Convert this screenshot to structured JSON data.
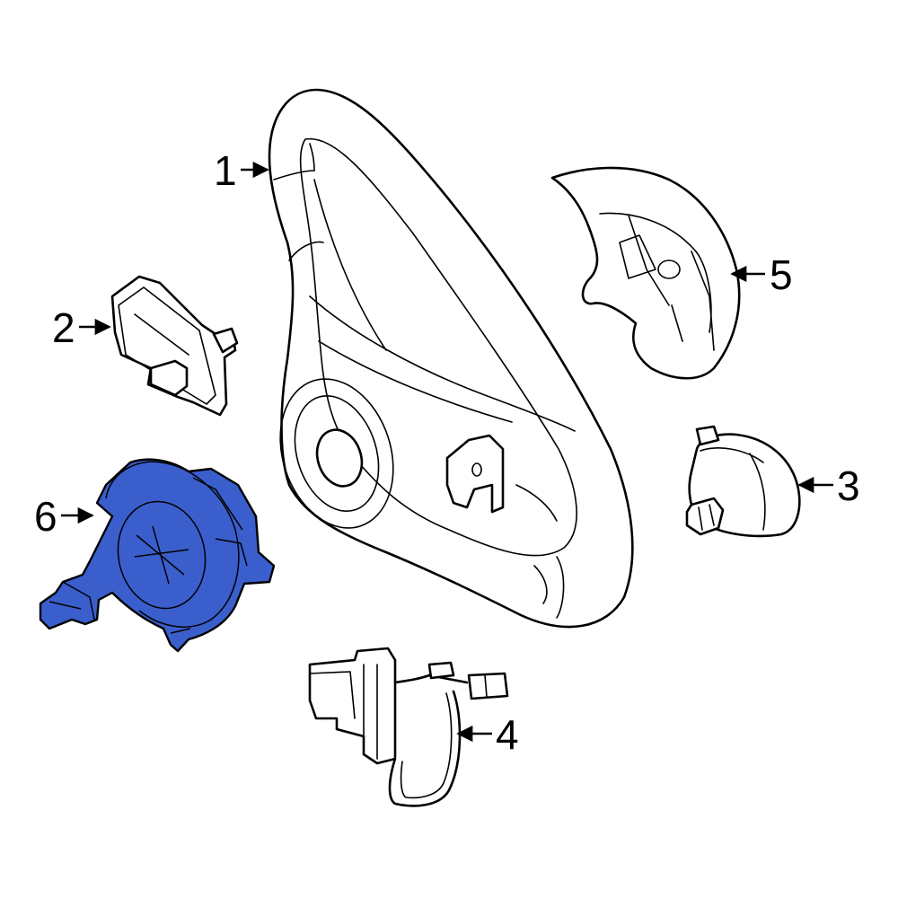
{
  "diagram": {
    "highlight_color": "#3A5FCD",
    "line_color": "#000000",
    "background": "#FFFFFF",
    "callouts": [
      {
        "id": "1",
        "label": "1"
      },
      {
        "id": "2",
        "label": "2"
      },
      {
        "id": "3",
        "label": "3"
      },
      {
        "id": "4",
        "label": "4"
      },
      {
        "id": "5",
        "label": "5"
      },
      {
        "id": "6",
        "label": "6",
        "highlighted": true
      }
    ]
  }
}
